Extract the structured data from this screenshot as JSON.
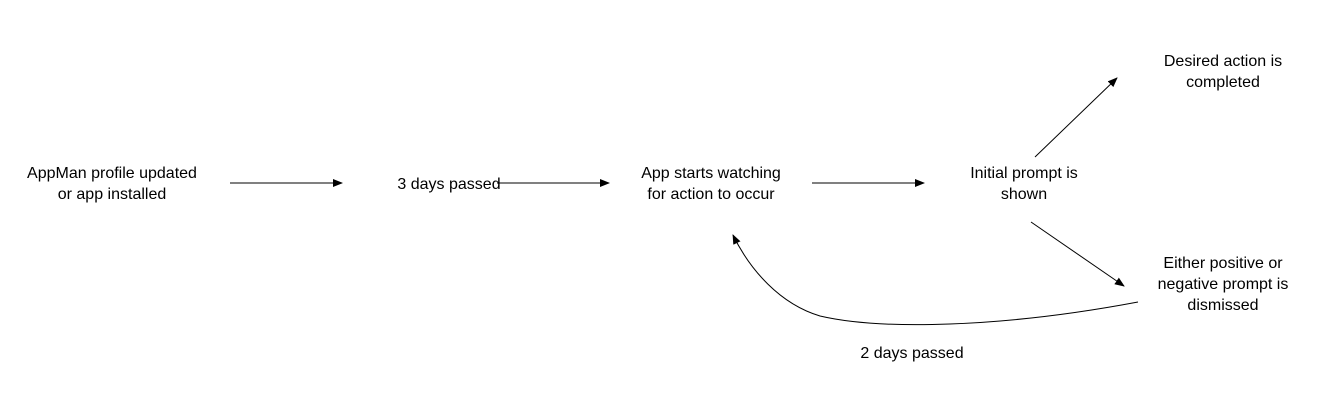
{
  "diagram": {
    "nodes": [
      {
        "id": "n1",
        "lines": [
          "AppMan profile updated",
          "or app installed"
        ]
      },
      {
        "id": "n2",
        "lines": [
          "3 days passed"
        ]
      },
      {
        "id": "n3",
        "lines": [
          "App starts watching",
          "for action to occur"
        ]
      },
      {
        "id": "n4",
        "lines": [
          "Initial prompt is",
          "shown"
        ]
      },
      {
        "id": "n5",
        "lines": [
          "Desired action is",
          "completed"
        ]
      },
      {
        "id": "n6",
        "lines": [
          "Either positive or",
          "negative prompt is",
          "dismissed"
        ]
      }
    ],
    "edges": [
      {
        "from": "n1",
        "to": "n2"
      },
      {
        "from": "n2",
        "to": "n3"
      },
      {
        "from": "n3",
        "to": "n4"
      },
      {
        "from": "n4",
        "to": "n5"
      },
      {
        "from": "n4",
        "to": "n6"
      },
      {
        "from": "n6",
        "to": "n3",
        "label": "2 days passed"
      }
    ],
    "colors": {
      "line": "#000000",
      "text": "#000000",
      "background": "#ffffff"
    }
  }
}
